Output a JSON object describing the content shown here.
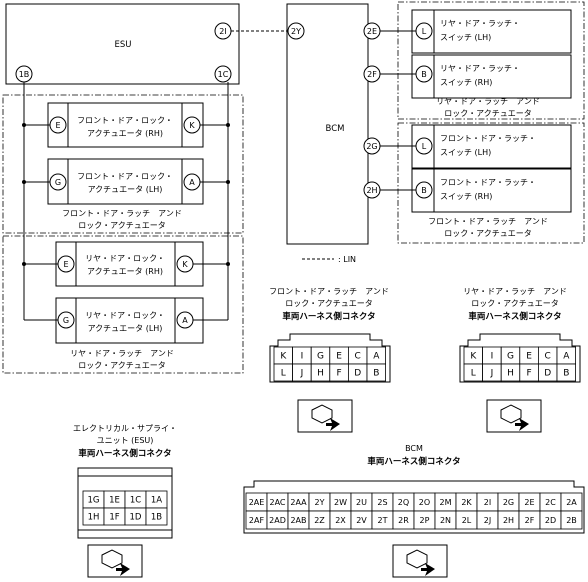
{
  "esu": {
    "label": "ESU",
    "pin_1B": "1B",
    "pin_1C": "1C",
    "pin_2I": "2I"
  },
  "bcm": {
    "label": "BCM",
    "pin_2Y": "2Y",
    "pin_2E": "2E",
    "pin_2F": "2F",
    "pin_2G": "2G",
    "pin_2H": "2H"
  },
  "lin_legend": ": LIN",
  "front_actuator_rh": {
    "line1": "フロント・ドア・ロック・",
    "line2": "アクチュエータ (RH)",
    "pin_left": "E",
    "pin_right": "K"
  },
  "front_actuator_lh": {
    "line1": "フロント・ドア・ロック・",
    "line2": "アクチュエータ (LH)",
    "pin_left": "G",
    "pin_right": "A"
  },
  "front_group": {
    "line1": "フロント・ドア・ラッチ　アンド",
    "line2": "ロック・アクチュエータ"
  },
  "rear_actuator_rh": {
    "line1": "リヤ・ドア・ロック・",
    "line2": "アクチュエータ (RH)",
    "pin_left": "E",
    "pin_right": "K"
  },
  "rear_actuator_lh": {
    "line1": "リヤ・ドア・ロック・",
    "line2": "アクチュエータ (LH)",
    "pin_left": "G",
    "pin_right": "A"
  },
  "rear_group": {
    "line1": "リヤ・ドア・ラッチ　アンド",
    "line2": "ロック・アクチュエータ"
  },
  "rear_switch_lh": {
    "line1": "リヤ・ドア・ラッチ・",
    "line2": "スイッチ (LH)",
    "pin": "L"
  },
  "rear_switch_rh": {
    "line1": "リヤ・ドア・ラッチ・",
    "line2": "スイッチ (RH)",
    "pin": "B"
  },
  "rear_switch_group": {
    "line1": "リヤ・ドア・ラッチ　アンド",
    "line2": "ロック・アクチュエータ"
  },
  "front_switch_lh": {
    "line1": "フロント・ドア・ラッチ・",
    "line2": "スイッチ (LH)",
    "pin": "L"
  },
  "front_switch_rh": {
    "line1": "フロント・ドア・ラッチ・",
    "line2": "スイッチ (RH)",
    "pin": "B"
  },
  "front_switch_group": {
    "line1": "フロント・ドア・ラッチ　アンド",
    "line2": "ロック・アクチュエータ"
  },
  "front_connector": {
    "line1": "フロント・ドア・ラッチ　アンド",
    "line2": "ロック・アクチュエータ",
    "line3": "車両ハーネス側コネクタ",
    "row1": [
      "K",
      "I",
      "G",
      "E",
      "C",
      "A"
    ],
    "row2": [
      "L",
      "J",
      "H",
      "F",
      "D",
      "B"
    ]
  },
  "rear_connector": {
    "line1": "リヤ・ドア・ラッチ　アンド",
    "line2": "ロック・アクチュエータ",
    "line3": "車両ハーネス側コネクタ",
    "row1": [
      "K",
      "I",
      "G",
      "E",
      "C",
      "A"
    ],
    "row2": [
      "L",
      "J",
      "H",
      "F",
      "D",
      "B"
    ]
  },
  "esu_connector": {
    "line1": "エレクトリカル・サプライ・",
    "line2": "ユニット (ESU)",
    "line3": "車両ハーネス側コネクタ",
    "row1": [
      "1G",
      "1E",
      "1C",
      "1A"
    ],
    "row2": [
      "1H",
      "1F",
      "1D",
      "1B"
    ]
  },
  "bcm_connector": {
    "line1": "BCM",
    "line2": "車両ハーネス側コネクタ",
    "row1": [
      "2AE",
      "2AC",
      "2AA",
      "2Y",
      "2W",
      "2U",
      "2S",
      "2Q",
      "2O",
      "2M",
      "2K",
      "2I",
      "2G",
      "2E",
      "2C",
      "2A"
    ],
    "row2": [
      "2AF",
      "2AD",
      "2AB",
      "2Z",
      "2X",
      "2V",
      "2T",
      "2R",
      "2P",
      "2N",
      "2L",
      "2J",
      "2H",
      "2F",
      "2D",
      "2B"
    ]
  }
}
